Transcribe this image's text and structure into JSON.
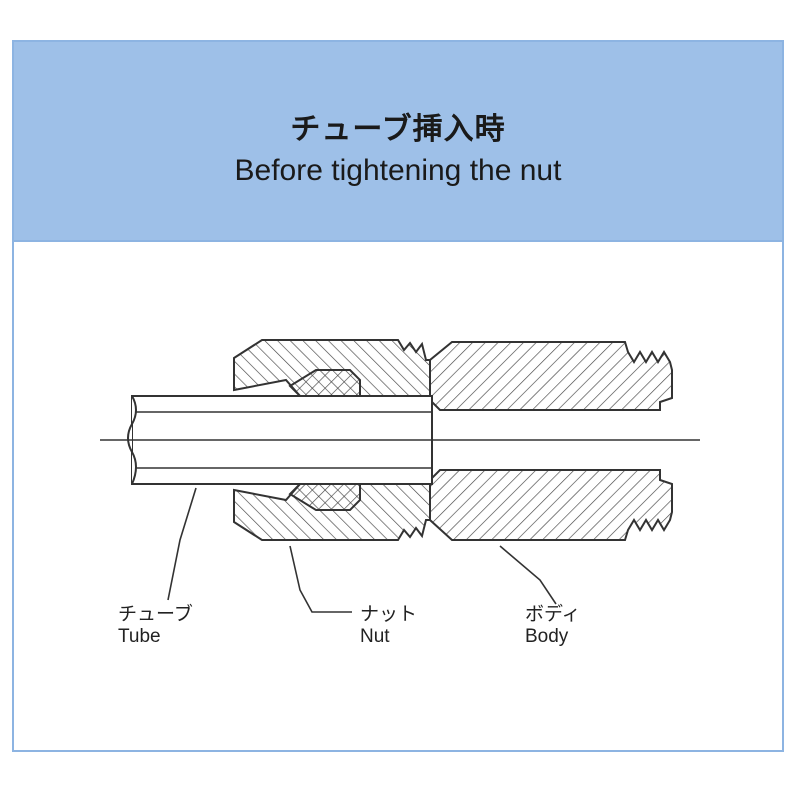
{
  "header": {
    "title_ja": "チューブ挿入時",
    "title_en": "Before tightening the nut"
  },
  "labels": {
    "tube": {
      "ja": "チューブ",
      "en": "Tube"
    },
    "nut": {
      "ja": "ナット",
      "en": "Nut"
    },
    "body": {
      "ja": "ボディ",
      "en": "Body"
    }
  },
  "colors": {
    "header_bg": "#9ec0e8",
    "border": "#8db4e2",
    "line": "#333333"
  }
}
